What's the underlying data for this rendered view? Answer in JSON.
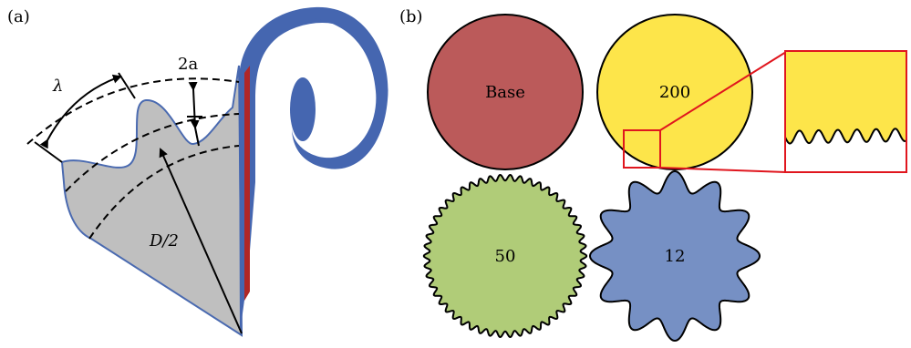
{
  "panel_a": {
    "label": "(a)",
    "wavelength_symbol": "λ",
    "amplitude_label": "2a",
    "radius_label": "D/2",
    "colors": {
      "blade_fill": "#bfbfbf",
      "blade_outline": "#4a6ab0",
      "vortex": "#4566b0",
      "edge": "#b02626"
    }
  },
  "panel_b": {
    "label": "(b)",
    "shapes": [
      {
        "label": "Base",
        "fill": "#bb5a5a"
      },
      {
        "label": "200",
        "fill": "#fde54a"
      },
      {
        "label": "50",
        "fill": "#b0cc78"
      },
      {
        "label": "12",
        "fill": "#7690c4"
      }
    ],
    "inset_color": "#e0161e"
  }
}
